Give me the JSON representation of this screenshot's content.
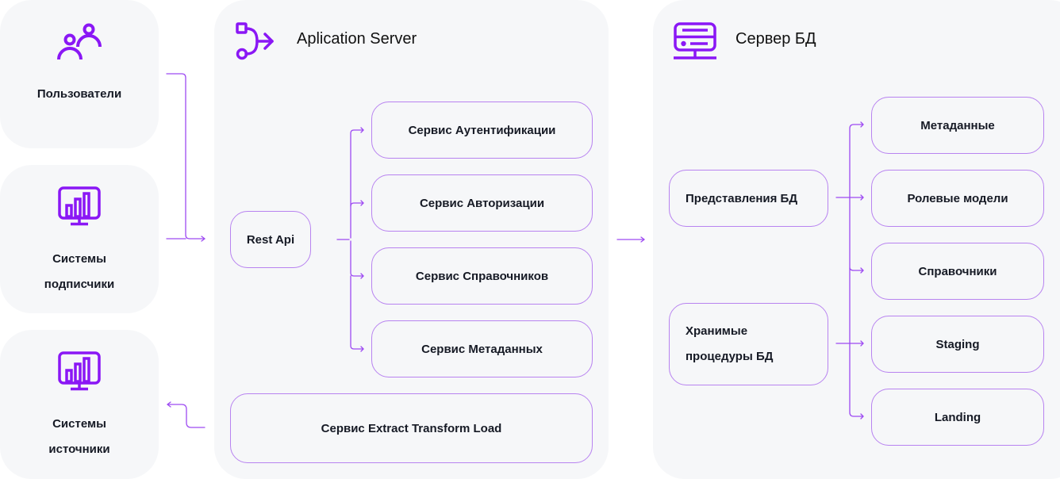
{
  "colors": {
    "accent": "#8a17f5",
    "connector": "#9d4af2",
    "box_border": "#b883f0",
    "panel_bg": "#f6f7f9",
    "text": "#161a25"
  },
  "actors": [
    {
      "id": "users",
      "icon": "users-icon",
      "label_lines": [
        "Пользователи"
      ]
    },
    {
      "id": "subscriber-systems",
      "icon": "monitor-chart-icon",
      "label_lines": [
        "Системы",
        "подписчики"
      ]
    },
    {
      "id": "source-systems",
      "icon": "monitor-chart-icon",
      "label_lines": [
        "Системы",
        "источники"
      ]
    }
  ],
  "app_server": {
    "title": "Aplication Server",
    "icon": "flow-merge-icon",
    "rest_api": "Rest Api",
    "services": [
      "Сервис Аутентификации",
      "Сервис Авторизации",
      "Сервис Справочников",
      "Сервис Метаданных"
    ],
    "etl": "Сервис Extract Transform Load"
  },
  "db_server": {
    "title": "Сервер БД",
    "icon": "server-icon",
    "sources": [
      {
        "label_lines": [
          "Представления БД"
        ]
      },
      {
        "label_lines": [
          "Хранимые",
          "процедуры БД"
        ]
      }
    ],
    "targets": [
      "Метаданные",
      "Ролевые модели",
      "Справочники",
      "Staging",
      "Landing"
    ]
  }
}
